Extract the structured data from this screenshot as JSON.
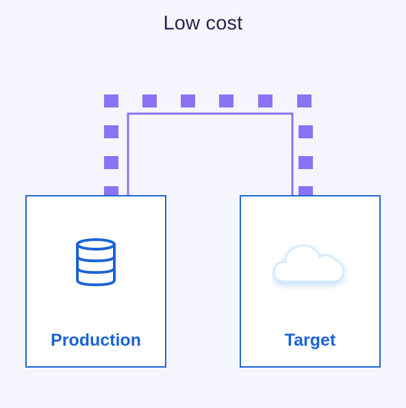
{
  "diagram": {
    "title": "Low cost",
    "nodes": [
      {
        "id": "production",
        "label": "Production",
        "icon": "database-icon"
      },
      {
        "id": "target",
        "label": "Target",
        "icon": "cloud-icon"
      }
    ],
    "connections": [
      {
        "from": "production",
        "to": "target",
        "style": "dotted-and-solid"
      }
    ]
  },
  "colors": {
    "background": "#f5f5fd",
    "node_border": "#1b63d6",
    "node_label": "#1b63d6",
    "connector": "#8b72f3",
    "title": "#2a2350",
    "cloud_fill": "#ffffff",
    "cloud_stroke": "#cfe7fb"
  }
}
